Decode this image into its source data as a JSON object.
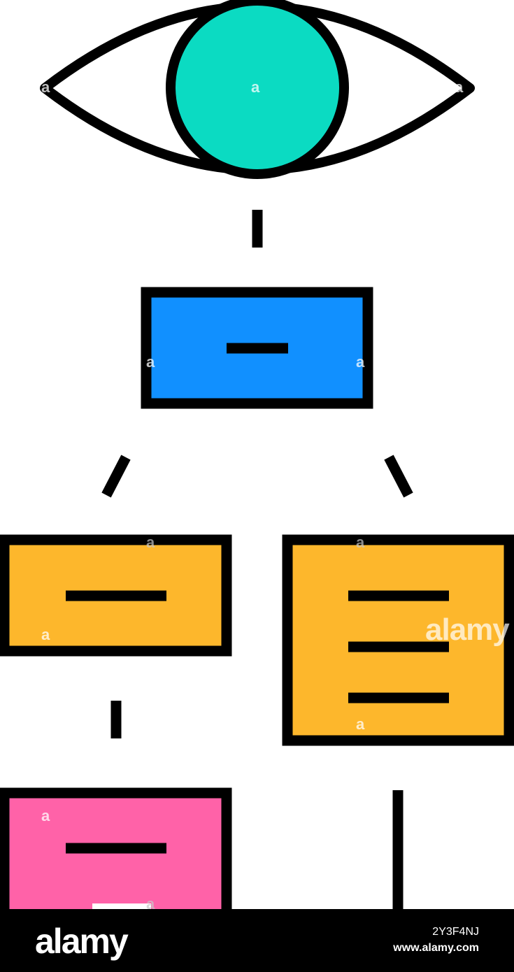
{
  "colors": {
    "stroke": "#000000",
    "eye_iris": "#0BDBC2",
    "top_box": "#1190FF",
    "mid_box": "#FDB72C",
    "bottom_box": "#FF62A8",
    "background": "#FFFFFF"
  },
  "icons": [
    "eye-icon",
    "flowchart-boxes"
  ],
  "watermark": {
    "small_mark": "a",
    "big_mark": "alamy"
  },
  "footer": {
    "logo": "alamy",
    "image_id": "2Y3F4NJ",
    "url": "www.alamy.com"
  }
}
